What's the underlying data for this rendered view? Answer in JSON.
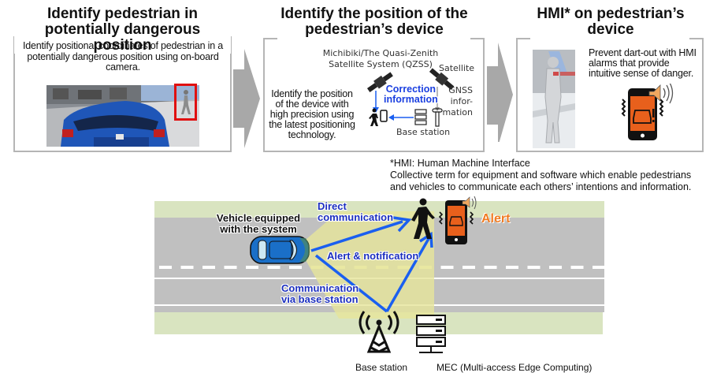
{
  "steps": [
    {
      "heading_line1": "Identify pedestrian in",
      "heading_line2": "potentially dangerous position",
      "description": "Identify positional coordinates of pedestrian in a potentially dangerous position using on-board camera."
    },
    {
      "heading_line1": "Identify the position of the",
      "heading_line2": "pedestrian’s device",
      "qzss_label_line1": "Michibiki/The Quasi-Zenith",
      "qzss_label_line2": "Satellite System (QZSS)",
      "satellite_label": "Satellite",
      "description": "Identify the position of the device with high precision using the latest positioning technology.",
      "correction_label_line1": "Correction",
      "correction_label_line2": "information",
      "gnss_label_line1": "GNSS",
      "gnss_label_line2": "infor-",
      "gnss_label_line3": "mation",
      "base_station_label": "Base station"
    },
    {
      "heading_line1": "HMI* on pedestrian’s",
      "heading_line2": "device",
      "description": "Prevent dart-out with HMI alarms that provide intuitive sense of danger."
    }
  ],
  "footnote": {
    "line1": "*HMI: Human Machine Interface",
    "line2": "Collective term for equipment and software which enable pedestrians",
    "line3": "and vehicles to communicate each others’ intentions and information."
  },
  "scene": {
    "vehicle_label_line1": "Vehicle equipped",
    "vehicle_label_line2": "with the system",
    "direct_label_line1": "Direct",
    "direct_label_line2": "communication",
    "alert_notification_label": "Alert & notification",
    "via_base_label_line1": "Communication",
    "via_base_label_line2": "via base station",
    "alert_label": "Alert",
    "base_station_label": "Base station",
    "mec_label": "MEC (Multi-access Edge Computing)"
  },
  "colors": {
    "arrow_blue": "#1a5ff0",
    "label_blue": "#1c2fbf",
    "alert_orange": "#f07b22",
    "phone_orange": "#e8601c",
    "road_gray": "#c0c0c0",
    "sidewalk_green": "#d9e4c0",
    "beam_yellow": "#e6e59a",
    "car_blue": "#1a6fc8",
    "chevron_gray": "#a8a8a8",
    "highlight_red": "#e01010"
  }
}
